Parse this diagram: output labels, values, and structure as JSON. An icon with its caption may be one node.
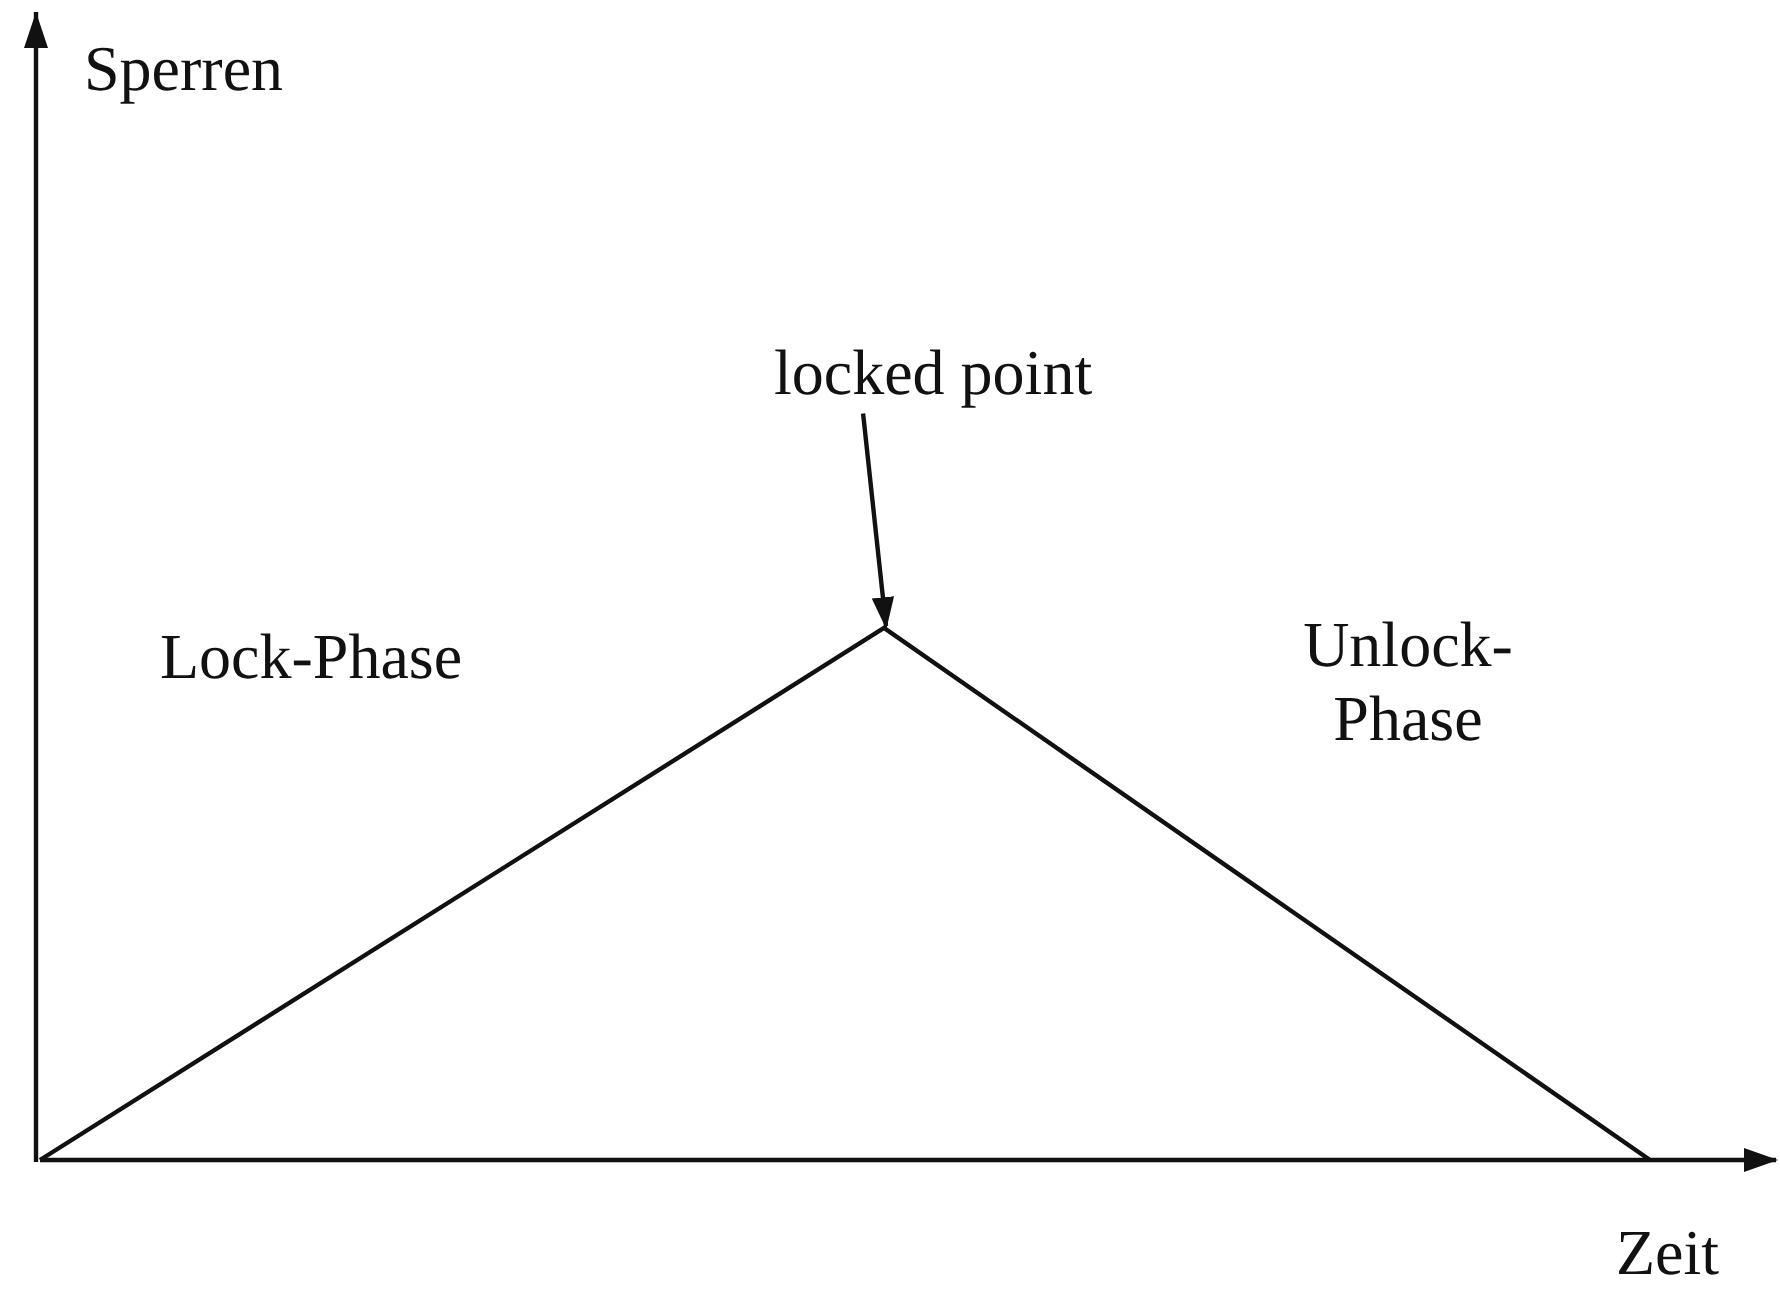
{
  "diagram": {
    "nodes": [
      {
        "text": [
          "locked point"
        ]
      },
      {
        "text": [],
        "shape": "line"
      }
    ],
    "edges": [
      {
        "from": 0,
        "to": 1,
        "arrow": "to"
      }
    ],
    "labels": [
      "Sperren",
      "Lock-Phase",
      "Unlock- Phase",
      "Zeit"
    ]
  }
}
